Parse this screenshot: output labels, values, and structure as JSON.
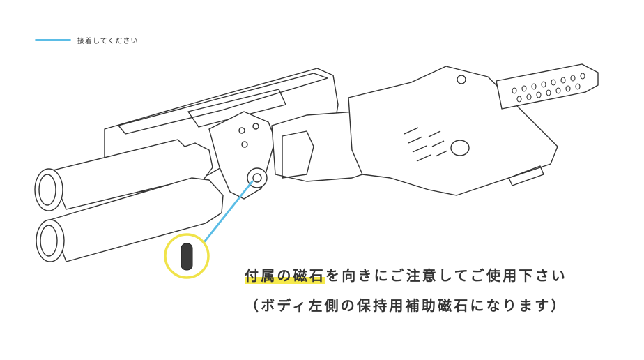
{
  "legend": {
    "label": "接着してください",
    "line_color": "#5bbde6"
  },
  "callout": {
    "circle_color": "#f0e34a",
    "leader_color": "#5bbde6"
  },
  "notes": {
    "line1_highlight": "付属の磁石",
    "line1_rest": "を向きにご注意してご使用下さい",
    "line2": "（ボディ左側の保持用補助磁石になります）",
    "highlight_color": "#f5e94a"
  }
}
